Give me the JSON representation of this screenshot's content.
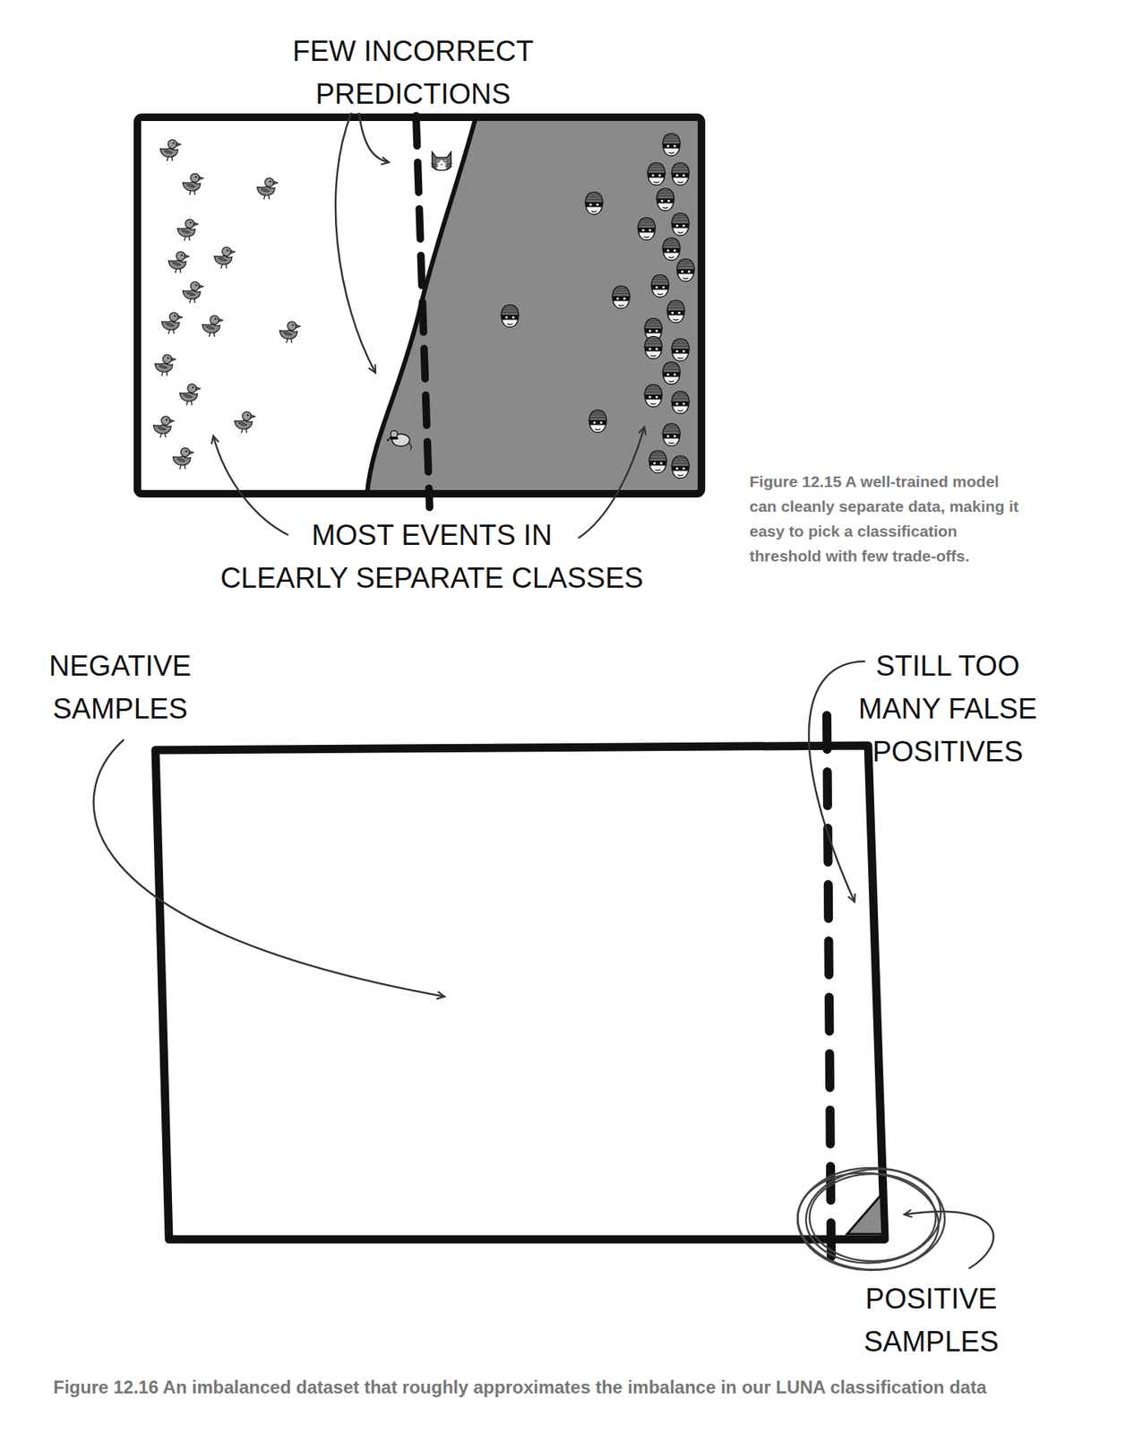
{
  "diagram": {
    "labels": [
      "FEW INCORRECT PREDICTIONS",
      "MOST EVENTS IN CLEARLY SEPARATE CLASSES",
      "Figure 12.15 A well-trained model can cleanly separate data, making it easy to pick a classification threshold with few trade-offs.",
      "NEGATIVE SAMPLES",
      "STILL TOO MANY FALSE POSITIVES",
      "POSITIVE SAMPLES",
      "Figure 12.16 An imbalanced dataset that roughly approximates the imbalance in our LUNA classification data"
    ]
  }
}
